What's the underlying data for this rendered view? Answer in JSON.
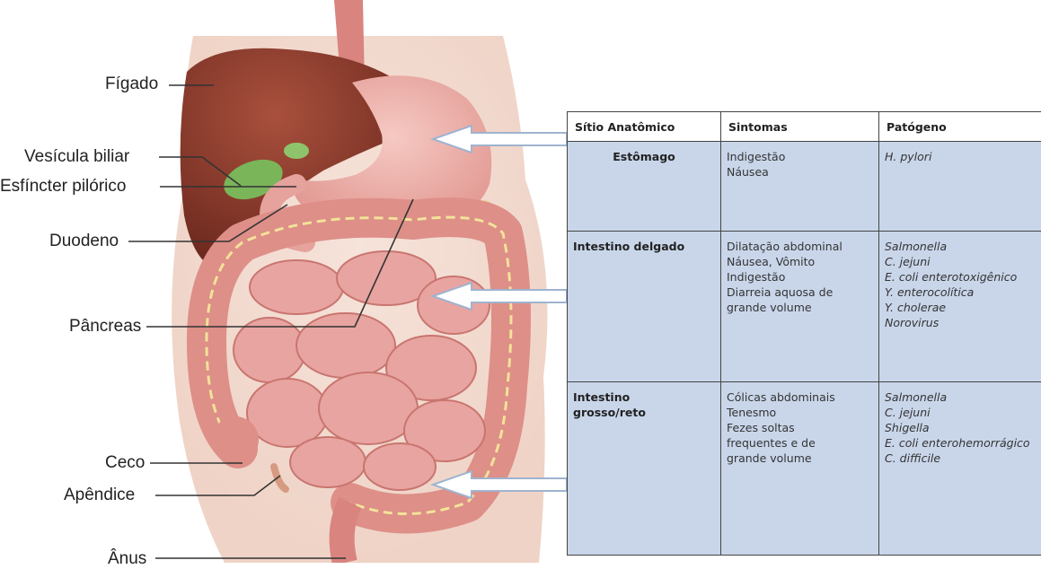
{
  "labels": {
    "figado": "Fígado",
    "vesicula": "Vesícula biliar",
    "esfincter": "Esfíncter pilórico",
    "duodeno": "Duodeno",
    "pancreas": "Pâncreas",
    "ceco": "Ceco",
    "apendice": "Apêndice",
    "anus": "Ânus"
  },
  "table": {
    "headers": [
      "Sítio Anatômico",
      "Sintomas",
      "Patógeno"
    ],
    "rows": [
      {
        "site": "Estômago",
        "symptoms": [
          "Indigestão",
          "Náusea"
        ],
        "pathogens": [
          "H. pylori"
        ]
      },
      {
        "site": "Intestino delgado",
        "symptoms": [
          "Dilatação abdominal",
          "Náusea, Vômito",
          "Indigestão",
          "Diarreia aquosa de",
          "grande volume"
        ],
        "pathogens": [
          "Salmonella",
          "C. jejuni",
          "E. coli enterotoxigênico",
          "Y. enterocolítica",
          "Y. cholerae",
          "Norovirus"
        ]
      },
      {
        "site_lines": [
          "Intestino",
          "grosso/reto"
        ],
        "symptoms": [
          "Cólicas abdominais",
          "Tenesmo",
          "Fezes soltas",
          "frequentes e de",
          "grande volume"
        ],
        "pathogens": [
          "Salmonella",
          "C. jejuni",
          "Shigella",
          "E. coli enterohemorrágico",
          "C. difficile"
        ]
      }
    ]
  },
  "colors": {
    "table_fill": "#c9d6ea",
    "arrow": "#ffffff",
    "arrow_outline": "#9fb3cf",
    "organ_pink": "#e8a4a0",
    "liver": "#8a3a2c",
    "gallbladder": "#7bb55a"
  }
}
